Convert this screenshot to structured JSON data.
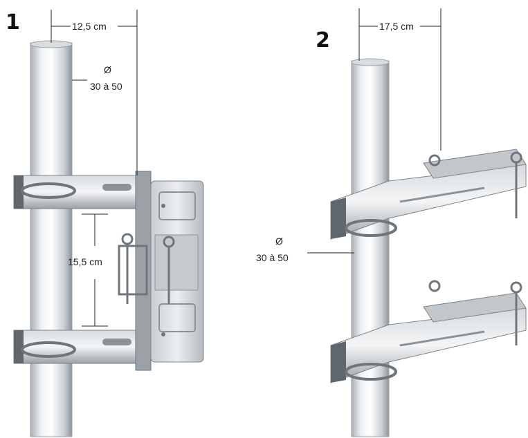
{
  "figures": [
    {
      "number": "1",
      "dimensions": {
        "horizontal_offset": "12,5 cm",
        "tube_diameter_symbol": "Ø",
        "tube_diameter_range": "30 à 50",
        "clamp_spacing": "15,5 cm"
      }
    },
    {
      "number": "2",
      "dimensions": {
        "horizontal_offset": "17,5 cm",
        "tube_diameter_symbol": "Ø",
        "tube_diameter_range": "30 à 50"
      }
    }
  ],
  "colors": {
    "background": "#ffffff",
    "steel_light": "#e6e8ea",
    "steel_mid": "#b9bec3",
    "steel_dark": "#6f757b",
    "tube_light": "#f2f4f6",
    "line": "#222222"
  }
}
